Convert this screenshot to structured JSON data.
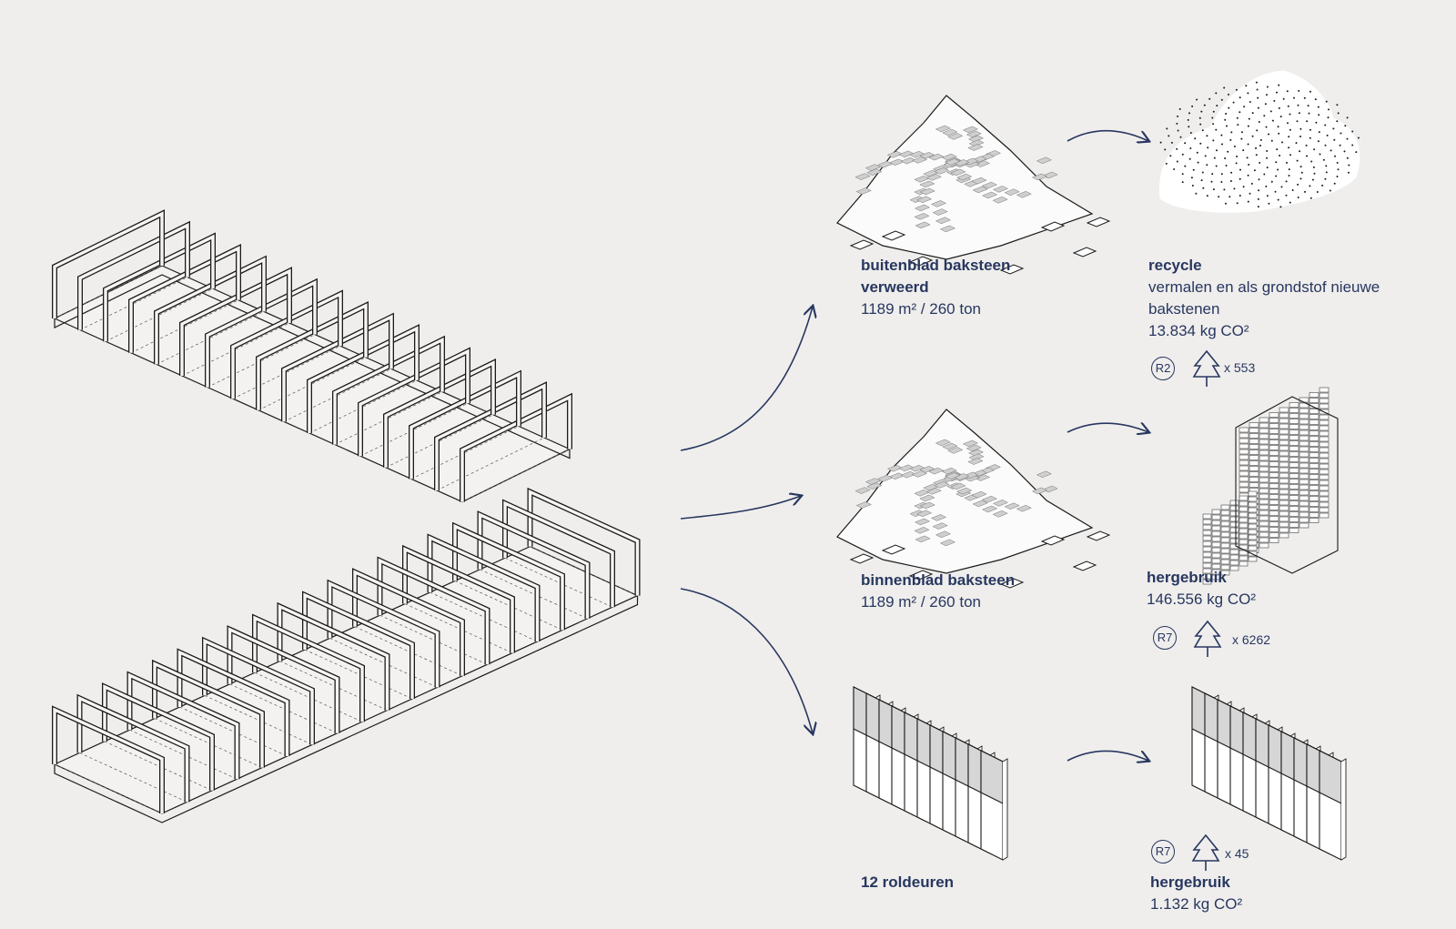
{
  "colors": {
    "background": "#efeeec",
    "text": "#283760",
    "line": "#1b1b1b",
    "arrow": "#283760"
  },
  "source_material": [
    {
      "title_line1": "buitenblad baksteen",
      "title_line2": "verweerd",
      "amount": "1189 m² / 260 ton"
    },
    {
      "title_line1": "binnenblad baksteen",
      "amount": "1189 m² / 260 ton"
    },
    {
      "title_line1": "12 roldeuren"
    }
  ],
  "outcomes": [
    {
      "label": "recycle",
      "description_line1": "vermalen en als grondstof nieuwe",
      "description_line2": "bakstenen",
      "co2": "13.834 kg CO²",
      "badge": "R2",
      "tree_icon": "tree-icon",
      "trees": "x 553"
    },
    {
      "label": "hergebruik",
      "co2": "146.556 kg CO²",
      "badge": "R7",
      "tree_icon": "tree-icon",
      "trees": "x 6262"
    },
    {
      "label": "hergebruik",
      "co2": "1.132 kg CO²",
      "badge": "R7",
      "tree_icon": "tree-icon",
      "trees": "x 45"
    }
  ]
}
